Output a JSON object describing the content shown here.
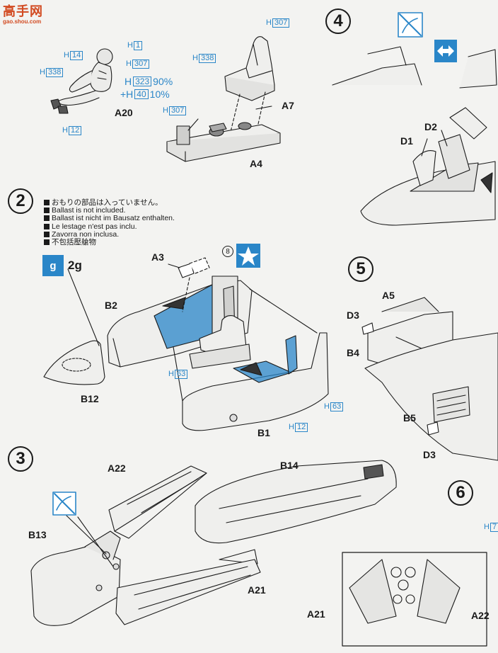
{
  "watermark": {
    "chars": "高手网",
    "url": "gao.shou.com"
  },
  "colors": {
    "accent_blue": "#2a86c8",
    "ink": "#1a1a1a",
    "paper": "#f3f3f1"
  },
  "steps": {
    "s2": "2",
    "s3": "3",
    "s4": "4",
    "s5": "5",
    "s6": "6"
  },
  "step1": {
    "h1": {
      "prefix": "H",
      "code": "1"
    },
    "h14": {
      "prefix": "H",
      "code": "14"
    },
    "h307a": {
      "prefix": "H",
      "code": "307"
    },
    "h338a": {
      "prefix": "H",
      "code": "338"
    },
    "mix_line1": {
      "prefix": "H",
      "code": "323",
      "pct": "90%"
    },
    "mix_line2": {
      "prefix": "+H",
      "code": "40",
      "pct": "10%"
    },
    "h12": {
      "prefix": "H",
      "code": "12"
    },
    "a20": "A20",
    "h307b": {
      "prefix": "H",
      "code": "307"
    },
    "h338b": {
      "prefix": "H",
      "code": "338"
    },
    "a7": "A7",
    "h307c": {
      "prefix": "H",
      "code": "307"
    },
    "a4": "A4"
  },
  "step2": {
    "notes": [
      "おもりの部品は入っていません。",
      "Ballast is not included.",
      "Ballast ist nicht im Bausatz enthalten.",
      "Le lestage n'est pas inclu.",
      "Zavorra non inclusa.",
      "不包括壓艙物"
    ],
    "weight": "2g",
    "weight_icon": "g",
    "a3": "A3",
    "decal_num": "8",
    "b2": "B2",
    "b12": "B12",
    "h63a": {
      "prefix": "H",
      "code": "63"
    },
    "h63b": {
      "prefix": "H",
      "code": "63"
    },
    "h12": {
      "prefix": "H",
      "code": "12"
    },
    "b1": "B1"
  },
  "step3": {
    "a22": "A22",
    "b13": "B13",
    "b14": "B14",
    "a21": "A21",
    "a21b": "A21",
    "a22b": "A22"
  },
  "step4": {
    "d2": "D2",
    "d1": "D1"
  },
  "step5": {
    "a5": "A5",
    "d3a": "D3",
    "b4": "B4",
    "b5": "B5",
    "d3b": "D3"
  },
  "step6": {
    "h7": {
      "prefix": "H",
      "code": "7"
    }
  }
}
